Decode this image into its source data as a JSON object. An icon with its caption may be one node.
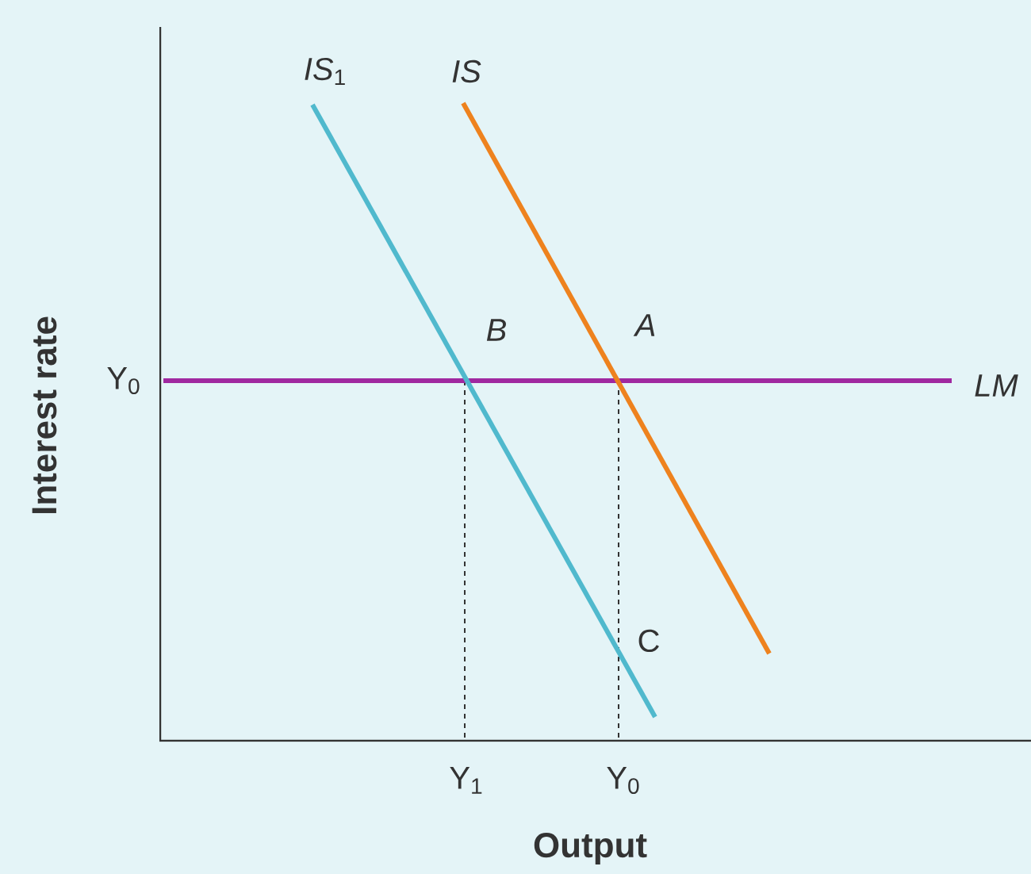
{
  "diagram": {
    "labels": [
      "*IS*$_{1}$",
      "IS",
      "Y$_{0}$",
      "B",
      "A",
      "LM",
      "C",
      "Y$_{1}$",
      "Y$_{0}$",
      "Interest rate",
      "Output"
    ]
  }
}
